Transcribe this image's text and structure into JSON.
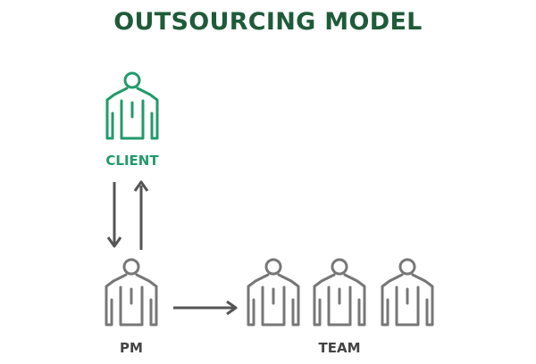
{
  "title": "OUTSOURCING MODEL",
  "labels": {
    "client": "CLIENT",
    "pm": "PM",
    "team": "TEAM"
  },
  "colors": {
    "title": "#1f5b3a",
    "client": "#229a6c",
    "figure": "#777777",
    "label": "#444444",
    "arrow": "#555555"
  }
}
